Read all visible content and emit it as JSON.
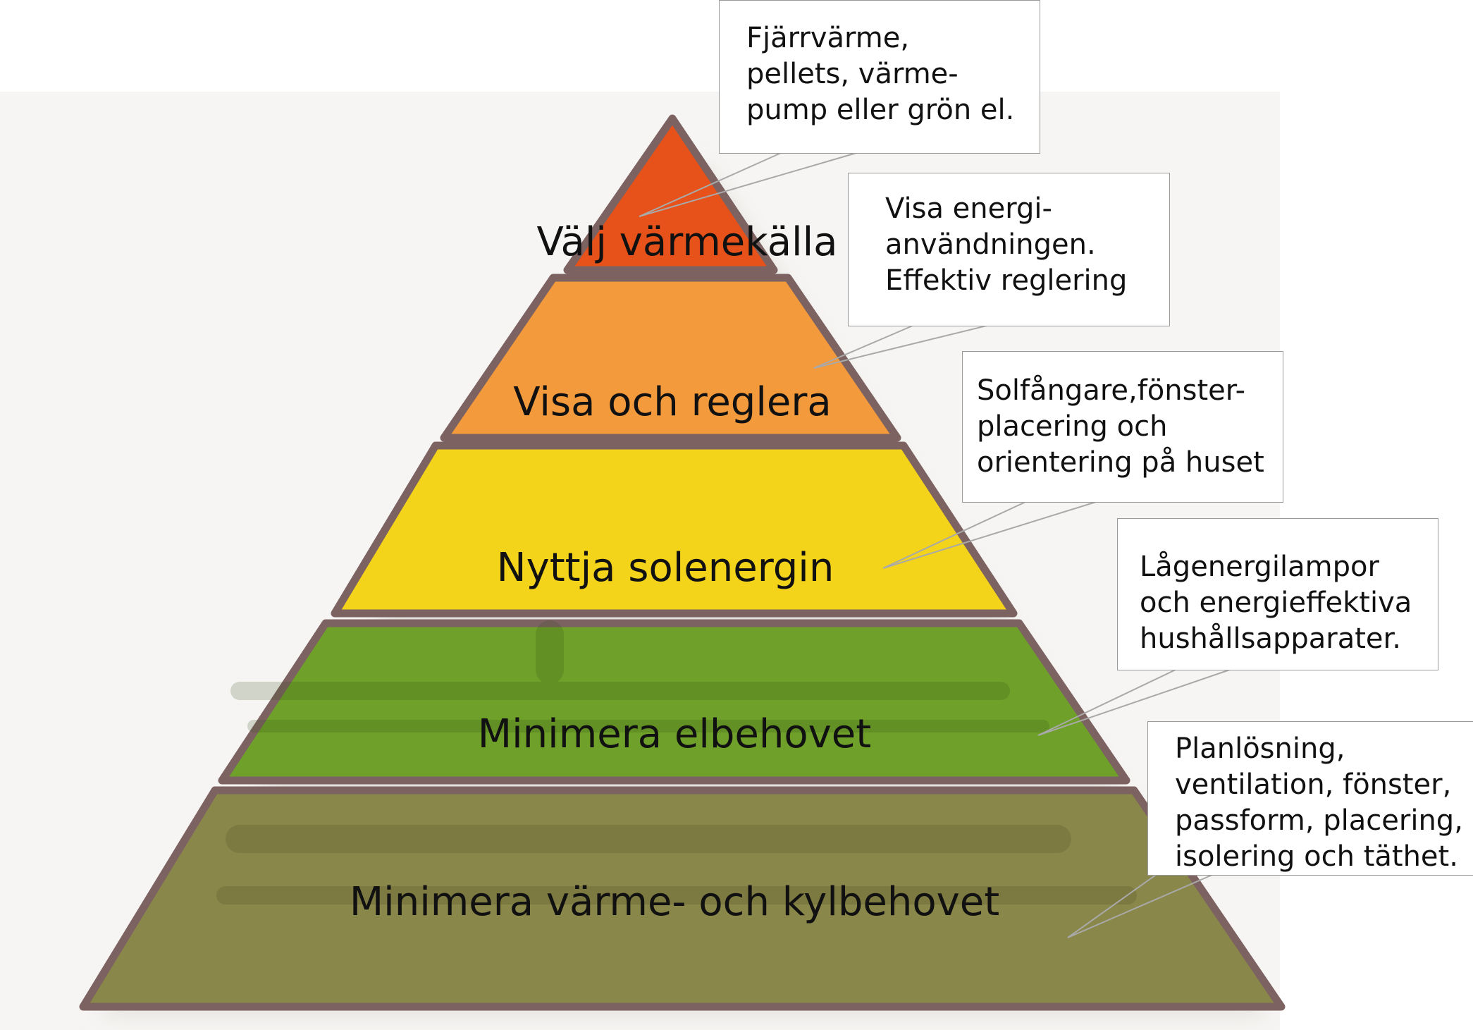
{
  "pyramid": {
    "tiers": [
      {
        "label": "Välj värmekälla",
        "color": "#e6521a"
      },
      {
        "label": "Visa och reglera",
        "color": "#f29a3c"
      },
      {
        "label": "Nyttja solenergin",
        "color": "#f3d41a"
      },
      {
        "label": "Minimera elbehovet",
        "color": "#6ea02a"
      },
      {
        "label": "Minimera värme- och kylbehovet",
        "color": "#8a874a"
      }
    ],
    "outline_color": "#7d6262"
  },
  "callouts": [
    {
      "lines": [
        "Fjärrvärme,",
        "pellets, värme-",
        "pump eller grön el."
      ]
    },
    {
      "lines": [
        "Visa energi-",
        "användningen.",
        "Effektiv reglering"
      ]
    },
    {
      "lines": [
        "Solfångare,fönster-",
        "placering och",
        "orientering på huset"
      ]
    },
    {
      "lines": [
        "Lågenergilampor",
        "och energieffektiva",
        "hushållsapparater."
      ]
    },
    {
      "lines": [
        "Planlösning,",
        "ventilation, fönster,",
        "passform, placering,",
        "isolering och täthet."
      ]
    }
  ]
}
